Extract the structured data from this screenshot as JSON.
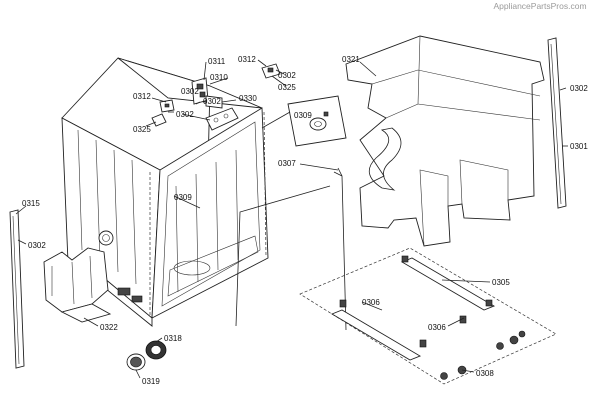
{
  "watermark": "AppliancePartsPros.com",
  "callouts": [
    {
      "key": "c0311",
      "text": "0311"
    },
    {
      "key": "c0310",
      "text": "0310"
    },
    {
      "key": "c0312a",
      "text": "0312"
    },
    {
      "key": "c0302a",
      "text": "0302"
    },
    {
      "key": "c0302b",
      "text": "0302"
    },
    {
      "key": "c0330",
      "text": "0330"
    },
    {
      "key": "c0312b",
      "text": "0312"
    },
    {
      "key": "c0302c",
      "text": "0302"
    },
    {
      "key": "c0325a",
      "text": "0325"
    },
    {
      "key": "c0321",
      "text": "0321"
    },
    {
      "key": "c0302d",
      "text": "0302"
    },
    {
      "key": "c0301",
      "text": "0301"
    },
    {
      "key": "c0325b",
      "text": "0325"
    },
    {
      "key": "c0309a",
      "text": "0309"
    },
    {
      "key": "c0307",
      "text": "0307"
    },
    {
      "key": "c0309b",
      "text": "0309"
    },
    {
      "key": "c0315",
      "text": "0315"
    },
    {
      "key": "c0302e",
      "text": "0302"
    },
    {
      "key": "c0305",
      "text": "0305"
    },
    {
      "key": "c0306a",
      "text": "0306"
    },
    {
      "key": "c0306b",
      "text": "0306"
    },
    {
      "key": "c0322",
      "text": "0322"
    },
    {
      "key": "c0318",
      "text": "0318"
    },
    {
      "key": "c0319",
      "text": "0319"
    },
    {
      "key": "c0308",
      "text": "0308"
    }
  ],
  "labels": {
    "c0311": "0311",
    "c0310": "0310",
    "c0312a": "0312",
    "c0302a": "0302",
    "c0302b": "0302",
    "c0330": "0330",
    "c0312b": "0312",
    "c0302c": "0302",
    "c0325a": "0325",
    "c0321": "0321",
    "c0302d": "0302",
    "c0301": "0301",
    "c0325b": "0325",
    "c0309a": "0309",
    "c0307": "0307",
    "c0309b": "0309",
    "c0315": "0315",
    "c0302e": "0302",
    "c0305": "0305",
    "c0306a": "0306",
    "c0306b": "0306",
    "c0322": "0322",
    "c0318": "0318",
    "c0319": "0319",
    "c0308": "0308"
  }
}
